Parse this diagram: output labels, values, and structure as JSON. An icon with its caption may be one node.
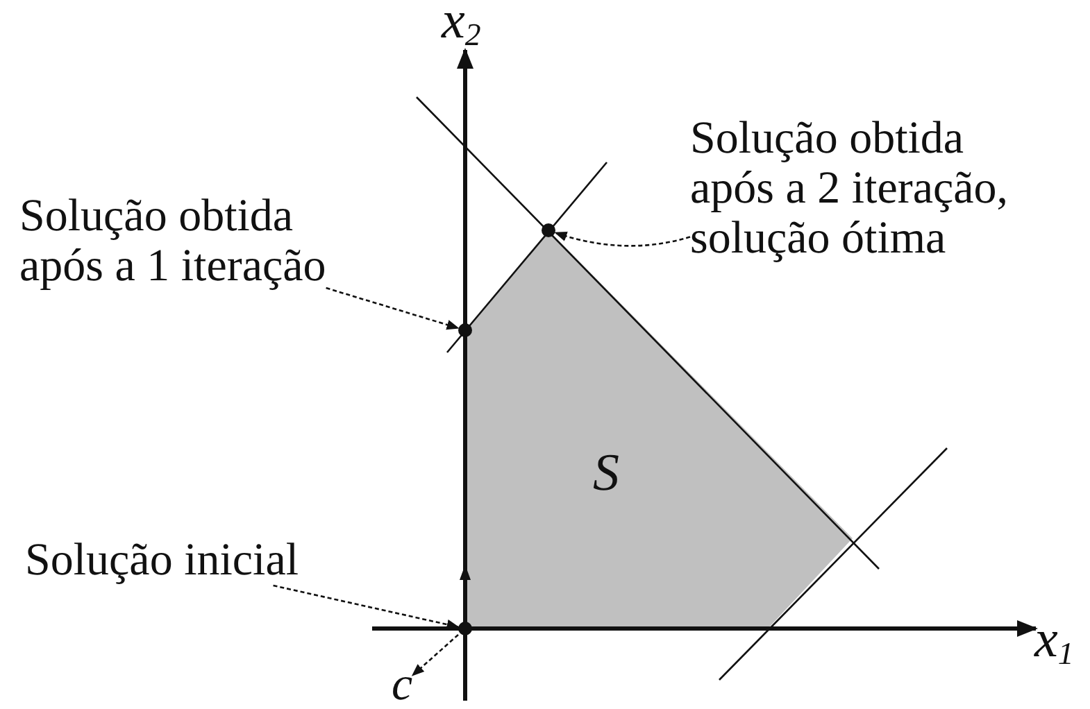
{
  "diagram": {
    "nodes": [
      {
        "text": [
          "Solução obtida após a 1 iteração"
        ]
      },
      {
        "text": [
          "Solução obtida após a 2 iteração, solução ótima"
        ]
      },
      {
        "text": [
          "Solução inicial"
        ]
      },
      {
        "text": [],
        "shape": "circle"
      },
      {
        "text": [],
        "shape": "circle"
      },
      {
        "text": [],
        "shape": "circle"
      },
      {
        "text": [
          "S"
        ]
      },
      {
        "text": [
          "c"
        ]
      }
    ],
    "edges": [
      {
        "from": 0,
        "to": 3,
        "arrow": "to",
        "style": "dashed"
      },
      {
        "from": 1,
        "to": 4,
        "arrow": "to",
        "style": "dashed"
      },
      {
        "from": 2,
        "to": 5,
        "arrow": "to",
        "style": "dashed"
      },
      {
        "from": 5,
        "to": 7,
        "arrow": "to",
        "style": "dashed"
      }
    ],
    "labels": [
      "x$_{2}$",
      "x$_{1}$"
    ]
  }
}
